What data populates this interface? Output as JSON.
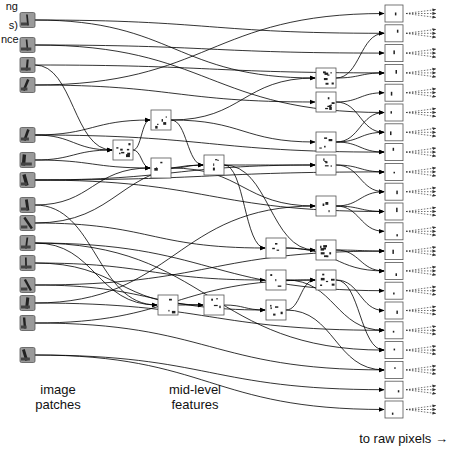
{
  "diagram": {
    "labels": [
      "ng",
      "s)",
      "nce",
      "image patches",
      "mid-level features",
      "to raw pixels →"
    ]
  }
}
